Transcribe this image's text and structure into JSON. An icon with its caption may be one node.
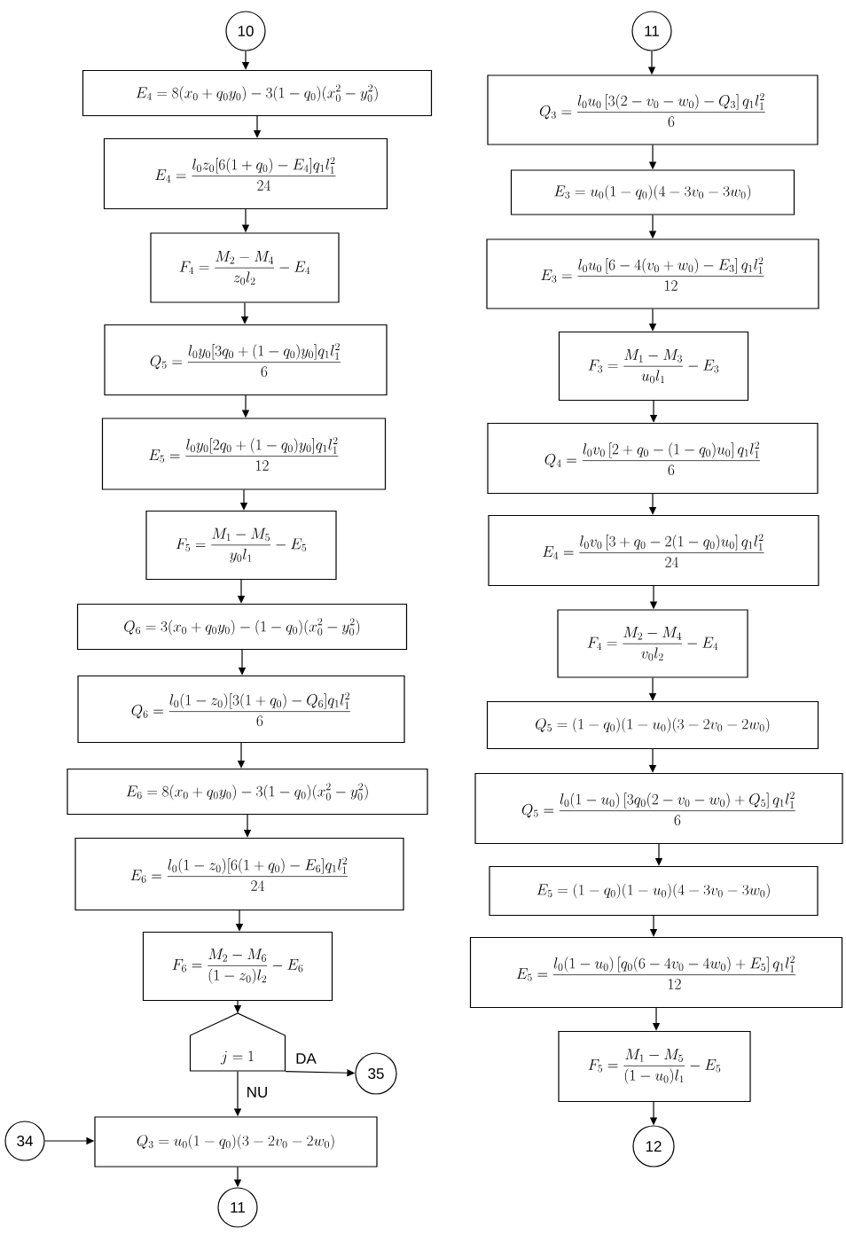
{
  "diagram": {
    "nodes": [
      {
        "text": [
          "10"
        ]
      },
      {
        "text": [
          "E_4 = 8(x_0 + q_0 y_0) - 3(1-q_0)(x_0^2 - y_0^2)"
        ]
      },
      {
        "text": [
          "E_4 = \\frac{l_0 z_0 [6(1+q_0) - E_4] q_1 l_1^2}{24}"
        ]
      },
      {
        "text": [
          "F_4 = \\frac{M_2 - M_4}{z_0 l_2} - E_4"
        ]
      },
      {
        "text": [
          "Q_5 = \\frac{l_0 y_0 [3q_0 + (1-q_0) y_0] q_1 l_1^2}{6}"
        ]
      },
      {
        "text": [
          "E_5 = \\frac{l_0 y_0 [2q_0 + (1-q_0) y_0] q_1 l_1^2}{12}"
        ]
      },
      {
        "text": [
          "F_5 = \\frac{M_1 - M_5}{y_0 l_1} - E_5"
        ]
      },
      {
        "text": [
          "Q_6 = 3(x_0 + q_0 y_0) - (1-q_0)(x_0^2 - y_0^2)"
        ]
      },
      {
        "text": [
          "Q_6 = \\frac{l_0 (1-z_0) [3(1+q_0) - Q_6] q_1 l_1^2}{6}"
        ]
      },
      {
        "text": [
          "E_6 = 8(x_0 + q_0 y_0) - 3(1-q_0)(x_0^2 - y_0^2)"
        ]
      },
      {
        "text": [
          "E_6 = \\frac{l_0 (1-z_0) [6(1+q_0) - E_6] q_1 l_1^2}{24}"
        ]
      },
      {
        "text": [
          "F_6 = \\frac{M_2 - M_6}{(1-z_0) l_2} - E_6"
        ]
      },
      {
        "text": [
          "j = 1"
        ]
      },
      {
        "text": [
          "35"
        ]
      },
      {
        "text": [
          "34"
        ]
      },
      {
        "text": [
          "Q_3 = u_0 (1-q_0)(3 - 2v_0 - 2w_0)"
        ]
      },
      {
        "text": [
          "11"
        ]
      },
      {
        "text": [
          "11"
        ]
      },
      {
        "text": [
          "Q_3 = \\frac{l_0 u_0 \\left[3(2 - v_0 - w_0) - Q_3\\right] q_1 l_1^2}{6}"
        ]
      },
      {
        "text": [
          "E_3 = u_0 (1-q_0)(4 - 3v_0 - 3w_0)"
        ]
      },
      {
        "text": [
          "E_3 = \\frac{l_0 u_0 \\left[6 - 4(v_0 + w_0) - E_3\\right] q_1 l_1^2}{12}"
        ]
      },
      {
        "text": [
          "F_3 = \\frac{M_1 - M_3}{u_0 l_1} - E_3"
        ]
      },
      {
        "text": [
          "Q_4 = \\frac{l_0 v_0 \\left[2 + q_0 - (1-q_0) u_0\\right] q_1 l_1^2}{6}"
        ]
      },
      {
        "text": [
          "E_4 = \\frac{l_0 v_0 \\left[3 + q_0 - 2(1-q_0) u_0\\right] q_1 l_1^2}{24}"
        ]
      },
      {
        "text": [
          "F_4 = \\frac{M_2 - M_4}{v_0 l_2} - E_4"
        ]
      },
      {
        "text": [
          "Q_5 = (1-q_0)(1-u_0)(3 - 2v_0 - 2w_0)"
        ]
      },
      {
        "text": [
          "Q_5 = \\frac{l_0 (1-u_0) \\left[3q_0 (2 - v_0 - w_0) + Q_5\\right] q_1 l_1^2}{6}"
        ]
      },
      {
        "text": [
          "E_5 = (1-q_0)(1-u_0)(4 - 3v_0 - 3w_0)"
        ]
      },
      {
        "text": [
          "E_5 = \\frac{l_0 (1-u_0) \\left[q_0 (6 - 4v_0 - 4w_0) + E_5\\right] q_1 l_1^2}{12}"
        ]
      },
      {
        "text": [
          "F_5 = \\frac{M_1 - M_5}{(1-u_0) l_1} - E_5"
        ]
      },
      {
        "text": [
          "12"
        ]
      }
    ],
    "edges": [
      {
        "from": 0,
        "to": 1,
        "arrow": "to"
      },
      {
        "from": 1,
        "to": 2,
        "arrow": "to"
      },
      {
        "from": 2,
        "to": 3,
        "arrow": "to"
      },
      {
        "from": 3,
        "to": 4,
        "arrow": "to"
      },
      {
        "from": 4,
        "to": 5,
        "arrow": "to"
      },
      {
        "from": 5,
        "to": 6,
        "arrow": "to"
      },
      {
        "from": 6,
        "to": 7,
        "arrow": "to"
      },
      {
        "from": 7,
        "to": 8,
        "arrow": "to"
      },
      {
        "from": 8,
        "to": 9,
        "arrow": "to"
      },
      {
        "from": 9,
        "to": 10,
        "arrow": "to"
      },
      {
        "from": 10,
        "to": 11,
        "arrow": "to"
      },
      {
        "from": 11,
        "to": 12,
        "arrow": "to"
      },
      {
        "from": 12,
        "to": 13,
        "arrow": "to",
        "label": "DA"
      },
      {
        "from": 12,
        "to": 15,
        "arrow": "to",
        "label": "NU"
      },
      {
        "from": 14,
        "to": 15,
        "arrow": "to"
      },
      {
        "from": 15,
        "to": 16,
        "arrow": "to"
      },
      {
        "from": 17,
        "to": 18,
        "arrow": "to"
      },
      {
        "from": 18,
        "to": 19,
        "arrow": "to"
      },
      {
        "from": 19,
        "to": 20,
        "arrow": "to"
      },
      {
        "from": 20,
        "to": 21,
        "arrow": "to"
      },
      {
        "from": 21,
        "to": 22,
        "arrow": "to"
      },
      {
        "from": 22,
        "to": 23,
        "arrow": "to"
      },
      {
        "from": 23,
        "to": 24,
        "arrow": "to"
      },
      {
        "from": 24,
        "to": 25,
        "arrow": "to"
      },
      {
        "from": 25,
        "to": 26,
        "arrow": "to"
      },
      {
        "from": 26,
        "to": 27,
        "arrow": "to"
      },
      {
        "from": 27,
        "to": 28,
        "arrow": "to"
      },
      {
        "from": 28,
        "to": 29,
        "arrow": "to"
      },
      {
        "from": 29,
        "to": 30,
        "arrow": "to"
      }
    ]
  }
}
